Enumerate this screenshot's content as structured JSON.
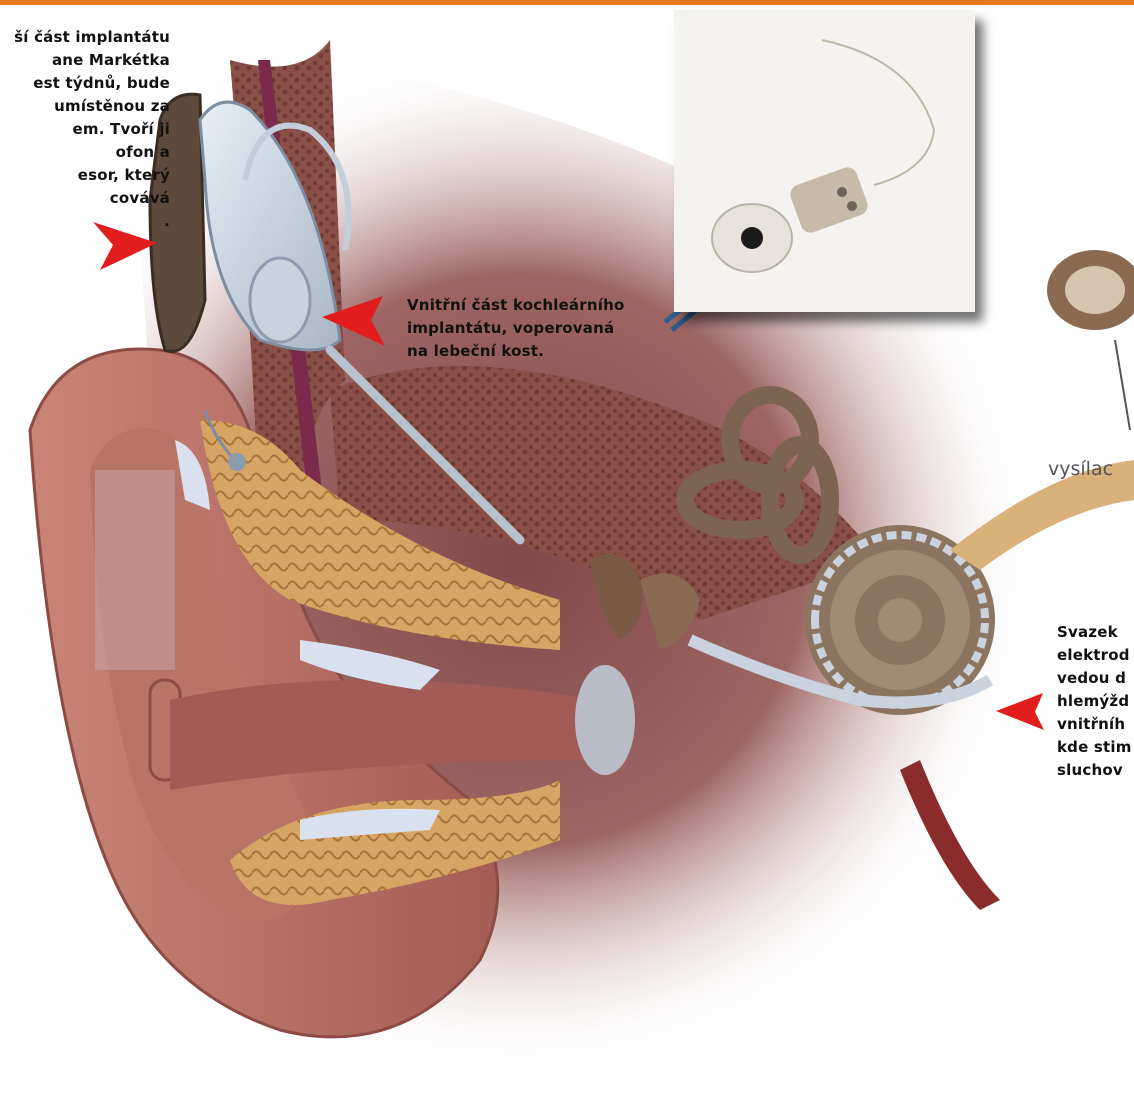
{
  "colors": {
    "accent_bar": "#e8781a",
    "callout_arrow": "#e21d1d",
    "pointer_arrow": "#2f5f8f",
    "skin": "#b56d62",
    "bone": "#9b5a50",
    "fat": "#d9a86b",
    "cochlea": "#8b7560"
  },
  "labels": {
    "external_part": "ší část implantátu\nane Markétka\nest týdnů, bude\n umístěnou za\nem. Tvoří ji\nofon a\nesor, který\ncovává\n.",
    "internal_part": "Vnitřní část kochleárního\nimplantátu, voperovaná\nna lebeční kost.",
    "electrodes": "Svazek\nelektrod\nvedou d\nhlemýžd\nvnitřníh\nkde stim\nsluchov",
    "transmitter": "vysílac"
  }
}
